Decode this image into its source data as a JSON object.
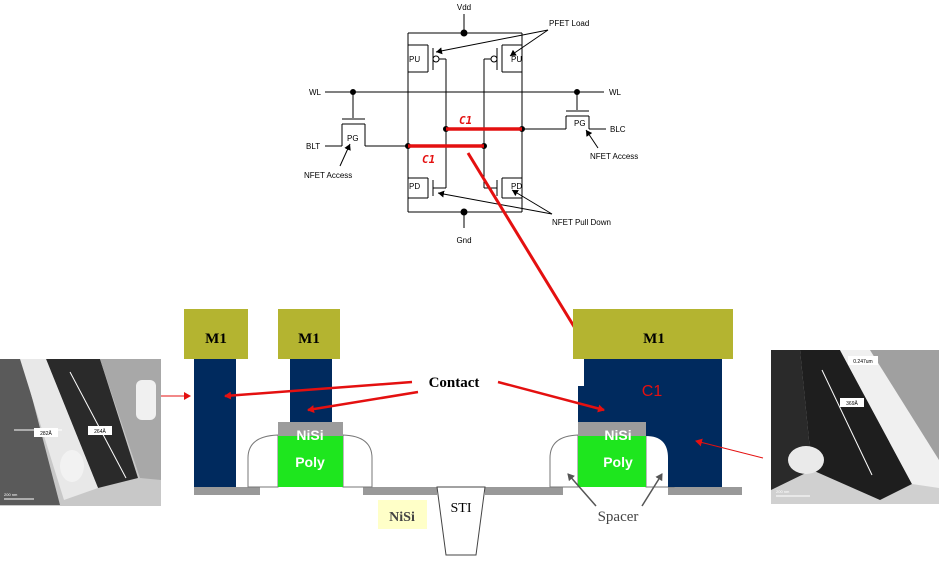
{
  "schematic": {
    "vdd": "Vdd",
    "gnd": "Gnd",
    "wl_left": "WL",
    "wl_right": "WL",
    "blt": "BLT",
    "blc": "BLC",
    "pu_left": "PU",
    "pu_right": "PU",
    "pg_left": "PG",
    "pg_right": "PG",
    "pd_left": "PD",
    "pd_right": "PD",
    "pfet_load": "PFET Load",
    "nfet_access_left": "NFET Access",
    "nfet_access_right": "NFET Access",
    "nfet_pull_down": "NFET Pull Down",
    "c1_top": "C1",
    "c1_bottom": "C1"
  },
  "cross_section": {
    "m1_a": "M1",
    "m1_b": "M1",
    "m1_c": "M1",
    "contact": "Contact",
    "c1": "C1",
    "nisi_left": "NiSi",
    "poly_left": "Poly",
    "nisi_right": "NiSi",
    "poly_right": "Poly",
    "sti": "STI",
    "nisi_label": "NiSi",
    "spacer": "Spacer"
  },
  "tem_left": {
    "measure_a": "282Å",
    "measure_b": "264Å",
    "scale": "200 nm"
  },
  "tem_right": {
    "measure_a": "0.247um",
    "measure_b": "369Å",
    "scale": "200 nm"
  },
  "colors": {
    "metal": "#b4b430",
    "contact": "#002a5e",
    "poly": "#1ee61e",
    "nisi_cap": "#9c9c9c",
    "arrow": "#e41010",
    "nisi_label_bg": "#ffffc8"
  }
}
